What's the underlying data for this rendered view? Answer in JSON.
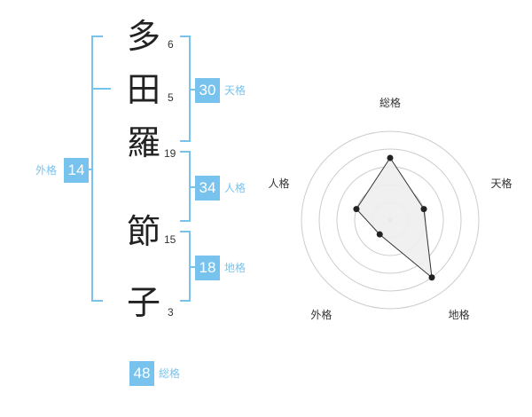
{
  "name": {
    "chars": [
      {
        "char": "多",
        "strokes": "6"
      },
      {
        "char": "田",
        "strokes": "5"
      },
      {
        "char": "羅",
        "strokes": "19"
      },
      {
        "char": "節",
        "strokes": "15"
      },
      {
        "char": "子",
        "strokes": "3"
      }
    ]
  },
  "kaku": {
    "tenkaku": {
      "value": "30",
      "label": "天格"
    },
    "jinkaku": {
      "value": "34",
      "label": "人格"
    },
    "chikaku": {
      "value": "18",
      "label": "地格"
    },
    "gaikaku": {
      "value": "14",
      "label": "外格"
    },
    "soukaku": {
      "value": "48",
      "label": "総格"
    }
  },
  "colors": {
    "accent": "#78c3ee",
    "text": "#222222",
    "grid": "#cccccc",
    "fill": "#eeeeee",
    "line": "#333333"
  },
  "chart_data": {
    "type": "radar",
    "axes": [
      "総格",
      "天格",
      "地格",
      "外格",
      "人格"
    ],
    "values": [
      3.5,
      2.0,
      4.0,
      1.0,
      2.0
    ],
    "max": 5,
    "rings": [
      1,
      2,
      3,
      4,
      5
    ]
  }
}
